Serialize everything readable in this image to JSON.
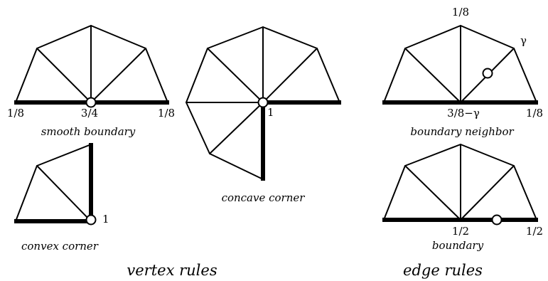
{
  "sections": {
    "vertex_rules": "vertex rules",
    "edge_rules": "edge rules"
  },
  "panels": {
    "smooth_boundary": {
      "caption": "smooth boundary",
      "left_weight": "1/8",
      "center_weight": "3/4",
      "right_weight": "1/8"
    },
    "convex_corner": {
      "caption": "convex corner",
      "corner_weight": "1"
    },
    "concave_corner": {
      "caption": "concave corner",
      "corner_weight": "1"
    },
    "boundary_neighbor": {
      "caption": "boundary neighbor",
      "top_weight": "1/8",
      "gamma_weight": "γ",
      "center_weight": "3/8−γ",
      "right_weight": "1/8"
    },
    "boundary_edge": {
      "caption": "boundary",
      "center_weight": "1/2",
      "right_weight": "1/2"
    }
  }
}
